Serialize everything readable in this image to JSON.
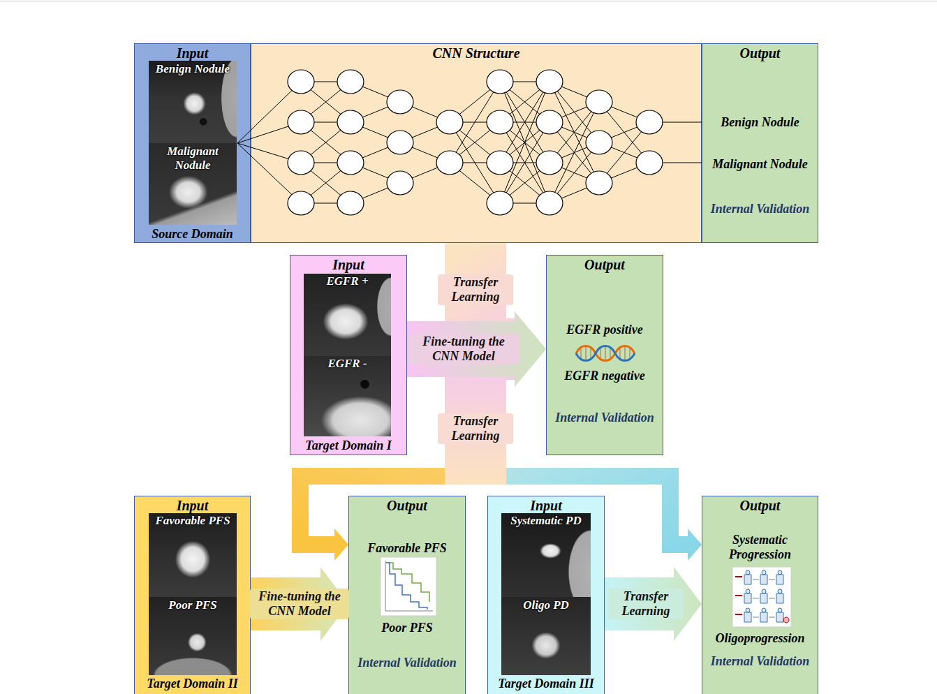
{
  "diagram": {
    "nodes": [
      {
        "text": [
          "Input",
          "Source Domain"
        ]
      },
      {
        "text": [
          "Benign Nodule"
        ],
        "in": 0
      },
      {
        "text": [
          "Malignant Nodule"
        ],
        "in": 0
      },
      {
        "text": [
          "CNN Structure"
        ]
      },
      {
        "text": [
          "Output",
          "Benign Nodule",
          "Malignant Nodule",
          "Internal Validation"
        ]
      },
      {
        "text": [
          "Input",
          "Target Domain I"
        ]
      },
      {
        "text": [
          "EGFR +"
        ],
        "in": 5
      },
      {
        "text": [
          "EGFR -"
        ],
        "in": 5
      },
      {
        "text": [
          "Output",
          "EGFR positive",
          "EGFR negative",
          "Internal Validation"
        ]
      },
      {
        "text": [
          "Input",
          "Target Domain II"
        ]
      },
      {
        "text": [
          "Favorable PFS"
        ],
        "in": 9
      },
      {
        "text": [
          "Poor PFS"
        ],
        "in": 9
      },
      {
        "text": [
          "Output",
          "Favorable PFS",
          "Poor PFS",
          "Internal Validation"
        ]
      },
      {
        "text": [
          "Input",
          "Target Domain III"
        ]
      },
      {
        "text": [
          "Systematic PD"
        ],
        "in": 13
      },
      {
        "text": [
          "Oligo PD"
        ],
        "in": 13
      },
      {
        "text": [
          "Output",
          "Systematic Progression",
          "Oligoprogression",
          "Internal Validation"
        ]
      }
    ],
    "edges": [
      {
        "from": 3,
        "to": 8,
        "label": "Transfer Learning",
        "arrow": "to"
      },
      {
        "from": 5,
        "to": 8,
        "label": "Fine-tuning the CNN Model",
        "arrow": "to"
      },
      {
        "from": 3,
        "to": 12,
        "label": "Transfer Learning",
        "arrow": "to"
      },
      {
        "from": 3,
        "to": 16,
        "arrow": "to"
      },
      {
        "from": 9,
        "to": 12,
        "label": "Fine-tuning the CNN Model",
        "arrow": "to"
      },
      {
        "from": 13,
        "to": 16,
        "label": "Transfer Learning",
        "arrow": "to"
      }
    ]
  }
}
